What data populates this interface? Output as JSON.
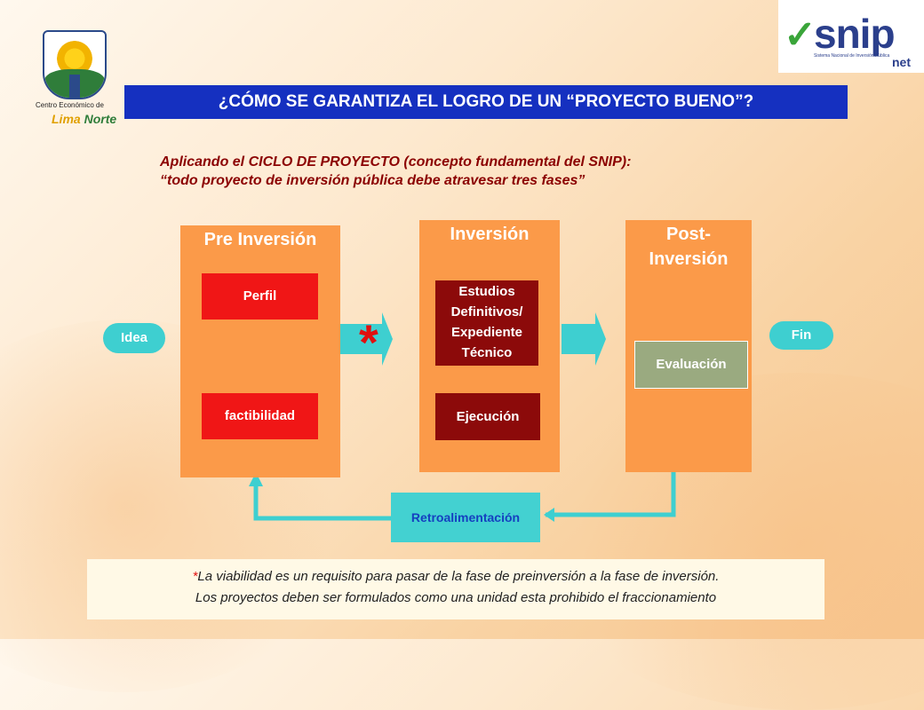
{
  "logos": {
    "left": {
      "line1": "Centro Económico de",
      "line2a": "Lima",
      "line2b": "Norte"
    },
    "right": {
      "check": "✓",
      "brand": "snip",
      "subtitle": "Sistema Nacional de Inversión Pública",
      "suffix": "net"
    }
  },
  "title": "¿CÓMO SE GARANTIZA EL LOGRO DE UN “PROYECTO BUENO”?",
  "subtitle": {
    "line1": "Aplicando el CICLO DE PROYECTO (concepto fundamental del SNIP):",
    "line2": "“todo proyecto de inversión pública debe atravesar tres fases”"
  },
  "flow": {
    "start": "Idea",
    "end": "Fin",
    "phases": [
      {
        "title": "Pre Inversión",
        "steps": [
          "Perfil",
          "factibilidad"
        ]
      },
      {
        "title": "Inversión",
        "steps": [
          "Estudios Definitivos/ Expediente Técnico",
          "Ejecución"
        ]
      },
      {
        "title_line1": "Post-",
        "title_line2": "Inversión",
        "steps": [
          "Evaluación"
        ]
      }
    ],
    "asterisk": "*",
    "feedback": "Retroalimentación"
  },
  "note": {
    "star": "*",
    "line1": "La viabilidad es un requisito para pasar de la fase de preinversión a la fase de inversión.",
    "line2": "Los proyectos deben ser formulados como una unidad esta prohibido el fraccionamiento"
  },
  "colors": {
    "title_bg": "#1530c0",
    "phase_bg": "#fb9a49",
    "red_box": "#f01616",
    "dark_red_box": "#8c0a0a",
    "cyan": "#3ecfd0",
    "evaluation": "#9aaa80"
  }
}
